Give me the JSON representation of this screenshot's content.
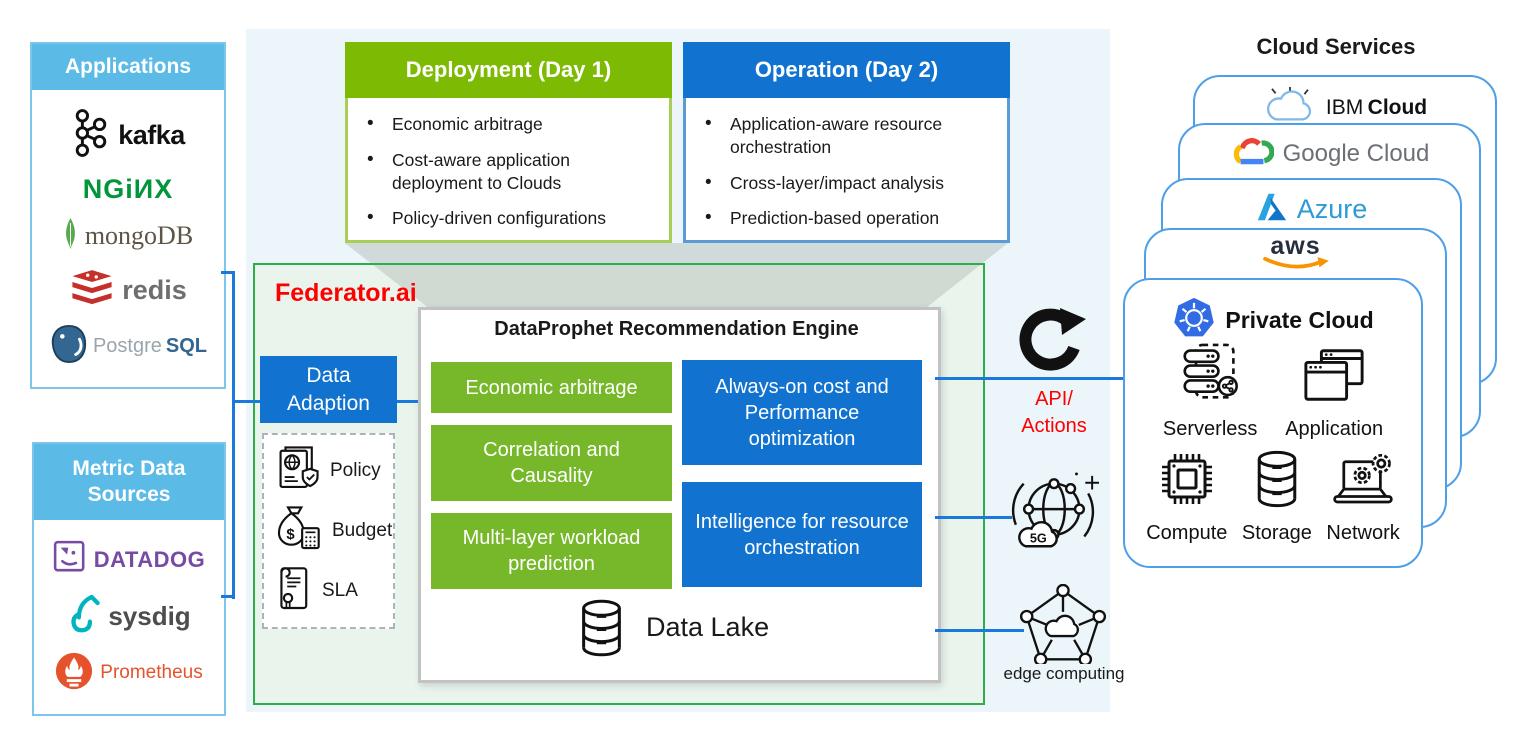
{
  "left": {
    "applications": {
      "title": "Applications",
      "logos": {
        "kafka": "kafka",
        "nginx": "NGiИX",
        "mongodb": "mongoDB",
        "redis": "redis",
        "postgre": "Postgre",
        "sql": "SQL"
      }
    },
    "metric": {
      "title": "Metric Data Sources",
      "logos": {
        "datadog": "DATADOG",
        "sysdig": "sysdig",
        "prometheus": "Prometheus"
      }
    }
  },
  "top": {
    "deployment": {
      "title": "Deployment (Day 1)",
      "bullets": [
        "Economic arbitrage",
        "Cost-aware application deployment to Clouds",
        "Policy-driven configurations"
      ]
    },
    "operation": {
      "title": "Operation (Day 2)",
      "bullets": [
        "Application-aware resource orchestration",
        "Cross-layer/impact analysis",
        "Prediction-based operation"
      ]
    }
  },
  "federator": {
    "title": "Federator.ai",
    "data_adaption": "Data Adaption",
    "inputs": [
      "Policy",
      "Budget",
      "SLA"
    ],
    "budget_dollar": "$",
    "engine": {
      "title": "DataProphet Recommendation Engine",
      "green": [
        "Economic arbitrage",
        "Correlation and Causality",
        "Multi-layer workload prediction"
      ],
      "blue": [
        "Always-on cost and Performance optimization",
        "Intelligence for resource orchestration"
      ],
      "data_lake": "Data Lake"
    }
  },
  "middle_right": {
    "api_line1": "API/",
    "api_line2": "Actions",
    "five_g": "5G",
    "edge_label": "edge computing"
  },
  "cloud": {
    "title": "Cloud Services",
    "ibm_prefix": "IBM",
    "ibm_bold": "Cloud",
    "google": "Google Cloud",
    "azure": "Azure",
    "aws": "aws",
    "private": {
      "title": "Private Cloud",
      "serverless": "Serverless",
      "application": "Application",
      "compute": "Compute",
      "storage": "Storage",
      "network": "Network"
    }
  },
  "colors": {
    "accent_blue": "#1173CF",
    "accent_green": "#76B82A",
    "panel_blue": "#5BBBE6",
    "federator_border_green": "#2EAD4B",
    "connector_blue": "#1B79DC",
    "card_border_blue": "#4D9FE8",
    "highlight_red": "#FF0000"
  }
}
